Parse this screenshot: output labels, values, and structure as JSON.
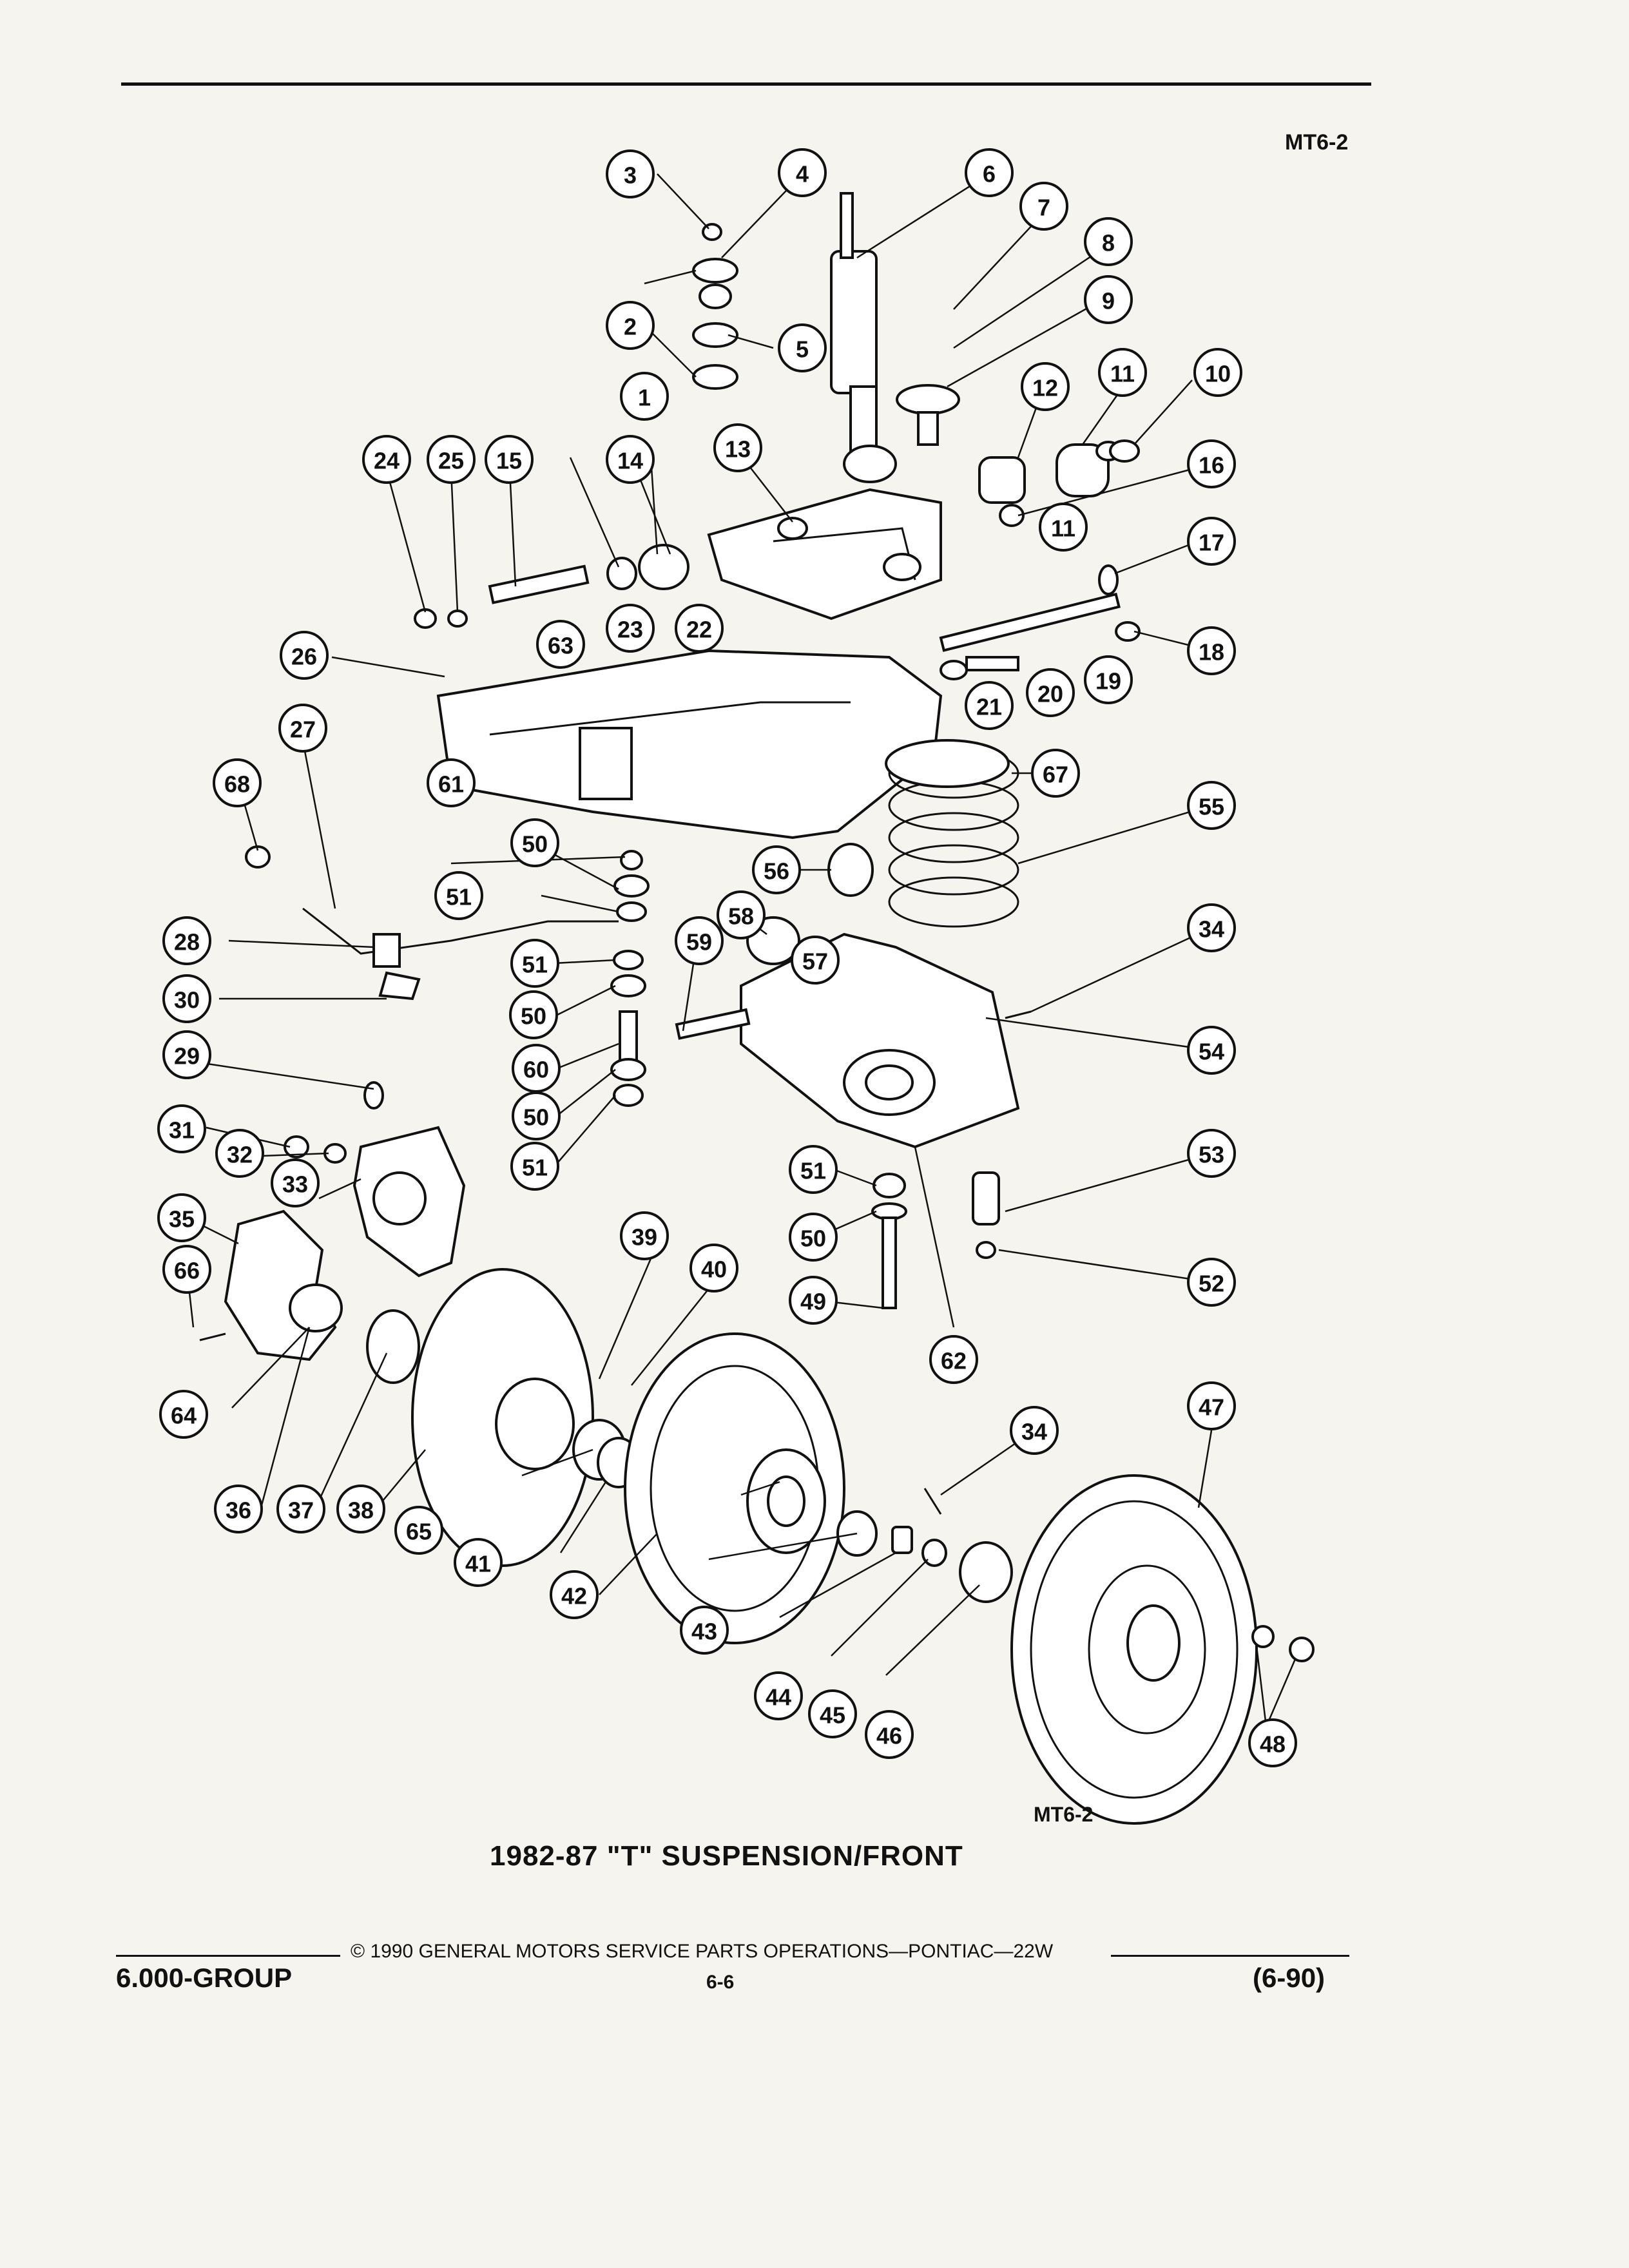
{
  "header": {
    "ref_top": "MT6-2"
  },
  "figure": {
    "ref_bottom": "MT6-2",
    "caption": "1982-87 \"T\" SUSPENSION/FRONT"
  },
  "footer": {
    "copyright": "© 1990 GENERAL MOTORS SERVICE PARTS OPERATIONS—PONTIAC—22W",
    "group": "6.000-GROUP",
    "page": "6-6",
    "date": "(6-90)"
  },
  "callouts": [
    "1",
    "2",
    "3",
    "4",
    "5",
    "6",
    "7",
    "8",
    "9",
    "10",
    "11",
    "11",
    "12",
    "13",
    "14",
    "15",
    "16",
    "17",
    "18",
    "19",
    "20",
    "21",
    "22",
    "23",
    "24",
    "25",
    "26",
    "27",
    "28",
    "29",
    "30",
    "31",
    "32",
    "33",
    "34",
    "34",
    "35",
    "36",
    "37",
    "38",
    "39",
    "40",
    "41",
    "42",
    "43",
    "44",
    "45",
    "46",
    "47",
    "48",
    "49",
    "50",
    "50",
    "50",
    "50",
    "51",
    "51",
    "51",
    "51",
    "52",
    "53",
    "54",
    "55",
    "56",
    "57",
    "58",
    "59",
    "60",
    "61",
    "62",
    "63",
    "64",
    "65",
    "66",
    "67",
    "68"
  ]
}
